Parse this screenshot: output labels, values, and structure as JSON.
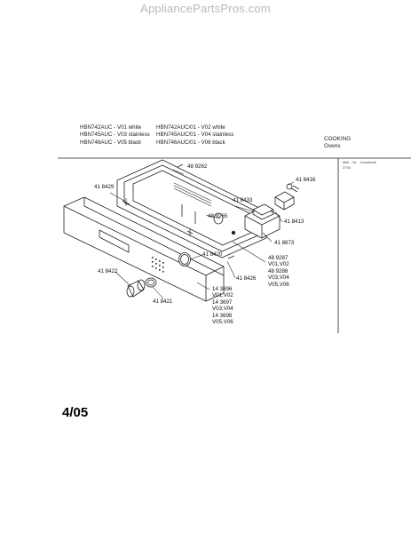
{
  "watermark": "AppliancePartsPros.com",
  "models": {
    "left": [
      "HBN742AUC - V01 white",
      "HBN745AUC - V03 stainless",
      "HBN746AUC - V05 black"
    ],
    "right": [
      "HBN742AUC/01 - V02 white",
      "HBN745AUC/01 - V04 stainless",
      "HBN746AUC/01 - V06 black"
    ]
  },
  "category": {
    "title": "COOKING",
    "subtitle": "Ovens"
  },
  "header_right": {
    "line1": "Mat. - Nr. - Konstante",
    "line2": "3740"
  },
  "parts": {
    "p489262": "48 9262",
    "p418416": "41 8416",
    "p418429": "41 8429",
    "p418433": "41 8433",
    "p489265": "48 9265",
    "p418413": "41 8413",
    "p418673": "41 8673",
    "p418420": "41 8420",
    "p489287": "48 9287",
    "v0102a": "V01,V02",
    "p489288": "48 9288",
    "v0304a": "V03,V04",
    "v0506a": "V05,V06",
    "p418426": "41 8426",
    "p418422": "41 8422",
    "p143696": "14 3696",
    "v0102b": "V01,V02",
    "p143697": "14 3697",
    "v0304b": "V03,V04",
    "p143698": "14 3698",
    "v0506b": "V05,V06",
    "p418421": "41 8421"
  },
  "footer": {
    "page": "4/05"
  }
}
